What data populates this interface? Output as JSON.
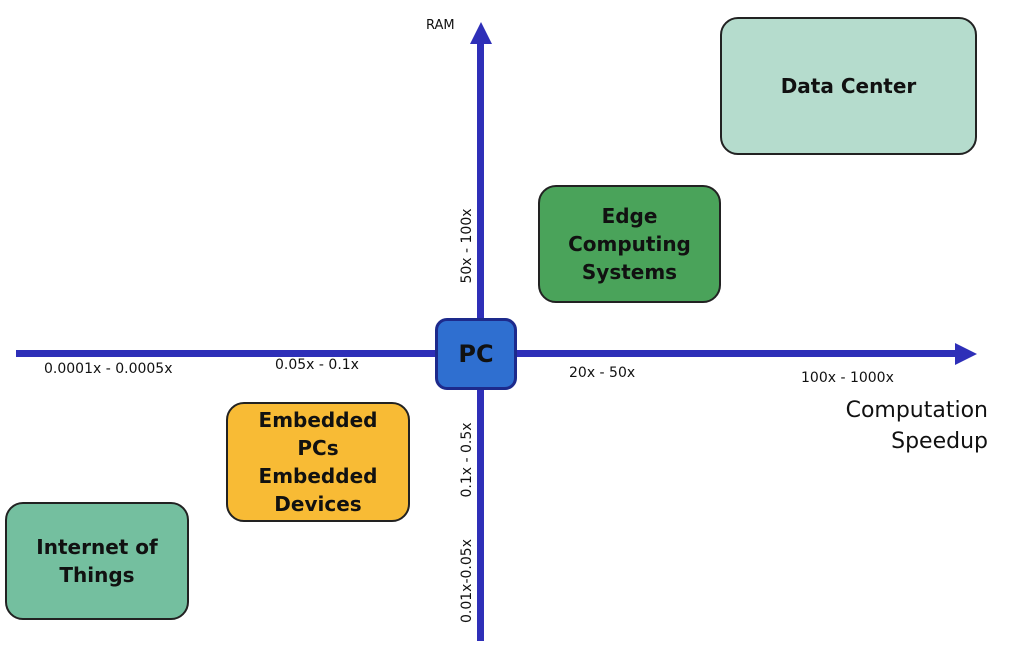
{
  "diagram": {
    "y_axis": {
      "title": "RAM",
      "labels_above": [
        "50x - 100x"
      ],
      "labels_below": [
        "0.1x - 0.5x",
        "0.01x-0.05x"
      ]
    },
    "x_axis": {
      "title": "Computation\nSpeedup",
      "labels_left": [
        "0.0001x - 0.0005x",
        "0.05x - 0.1x"
      ],
      "labels_right": [
        "20x - 50x",
        "100x - 1000x"
      ]
    },
    "nodes": [
      {
        "id": "pc",
        "label": "PC",
        "color": "#2f6fd0"
      },
      {
        "id": "data-center",
        "label": "Data Center",
        "color": "#b5dccd"
      },
      {
        "id": "edge-computing",
        "label": "Edge\nComputing\nSystems",
        "color": "#4aa35a"
      },
      {
        "id": "embedded",
        "label": "Embedded\nPCs\nEmbedded\nDevices",
        "color": "#f8bb35"
      },
      {
        "id": "iot",
        "label": "Internet of\nThings",
        "color": "#74bf9f"
      }
    ],
    "axis_color": "#2e2fb8"
  }
}
